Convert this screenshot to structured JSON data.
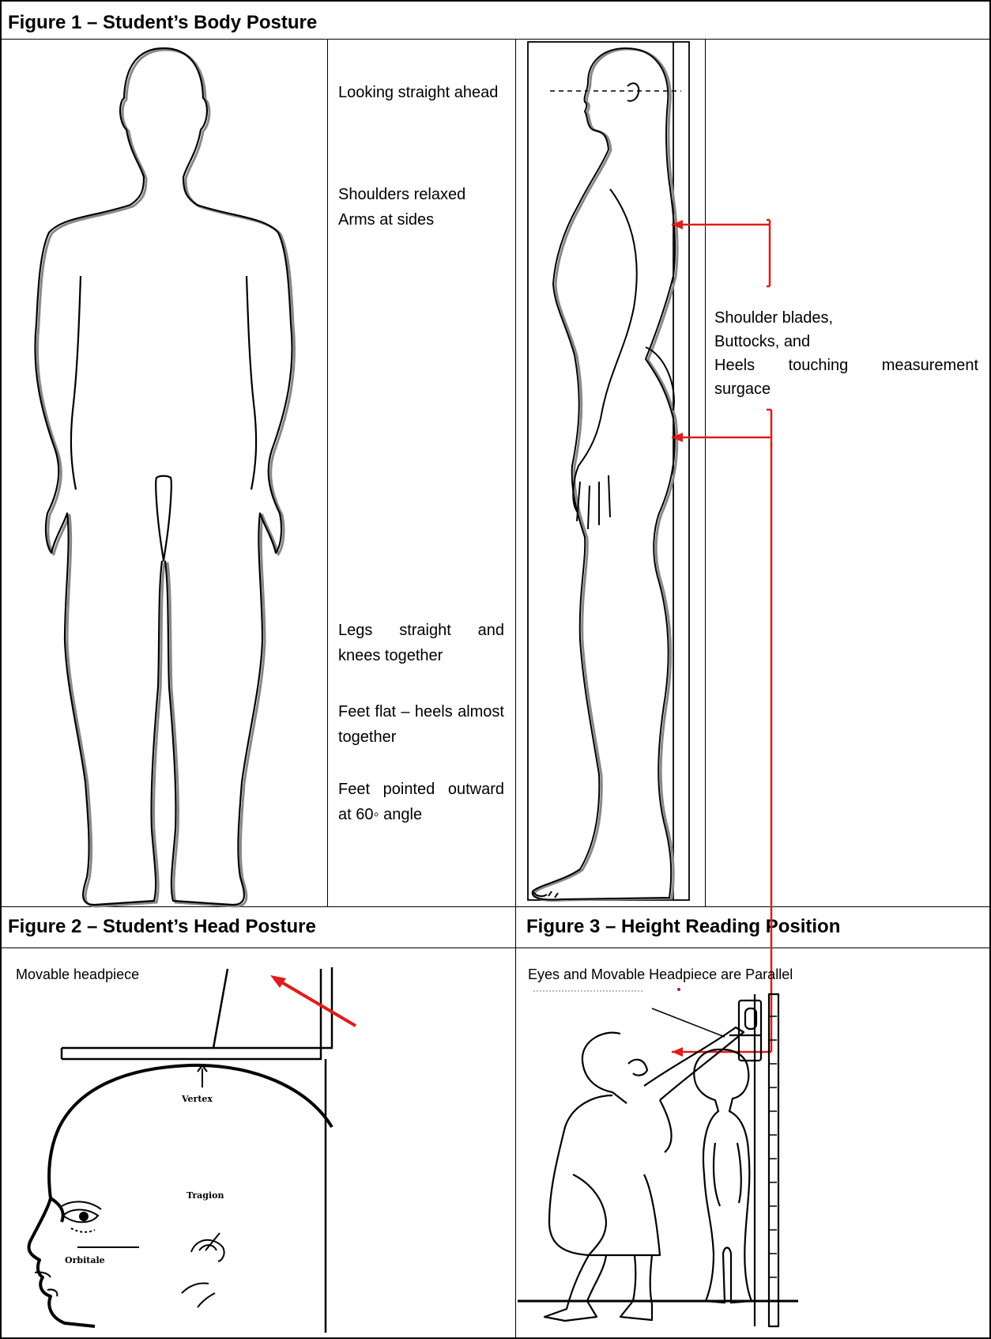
{
  "figure1": {
    "title": "Figure 1 – Student’s Body Posture",
    "labels": {
      "looking": "Looking straight ahead",
      "shoulders": "Shoulders relaxed",
      "arms": "Arms at sides",
      "legs": "Legs straight and knees together",
      "feet_flat": "Feet flat – heels almost together",
      "feet_pointed": "Feet pointed outward at 60◦ angle"
    },
    "side_callout": [
      "Shoulder blades,",
      "Buttocks, and",
      "Heels touching measurement surgace"
    ]
  },
  "figure2": {
    "title": "Figure 2 – Student’s Head Posture",
    "caption": "Movable headpiece",
    "diagram_labels": {
      "vertex": "Vertex",
      "tragion": "Tragion",
      "orbitale": "Orbitale"
    }
  },
  "figure3": {
    "title": "Figure 3 – Height Reading Position",
    "caption": "Eyes and Movable Headpiece are Parallel"
  },
  "colors": {
    "arrow": "#e11b1b",
    "border": "#000000",
    "marker": "#a0008c"
  }
}
